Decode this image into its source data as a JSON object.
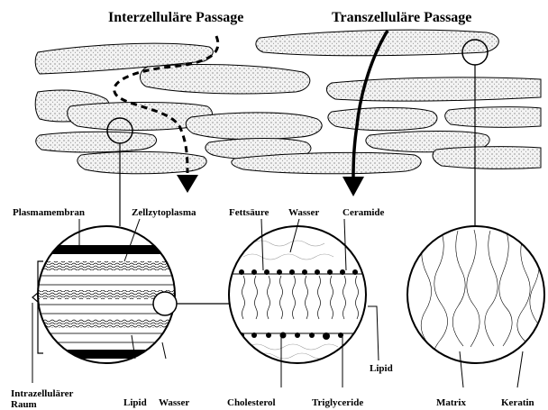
{
  "titles": {
    "intercellular": "Interzelluläre Passage",
    "transcellular": "Transzelluläre Passage"
  },
  "labels": {
    "plasmamembran": "Plasmamembran",
    "zellzytoplasma": "Zellzytoplasma",
    "fettsaeure": "Fettsäure",
    "wasser_top": "Wasser",
    "ceramide": "Ceramide",
    "intrazellulaerer_1": "Intrazellulärer",
    "intrazellulaerer_2": "Raum",
    "lipid_left": "Lipid",
    "wasser_bottom": "Wasser",
    "cholesterol": "Cholesterol",
    "triglyceride": "Triglyceride",
    "lipid_right": "Lipid",
    "matrix": "Matrix",
    "keratin": "Keratin"
  },
  "colors": {
    "ink": "#000000",
    "stipple_bg": "#f2f2f2",
    "background": "#ffffff"
  }
}
